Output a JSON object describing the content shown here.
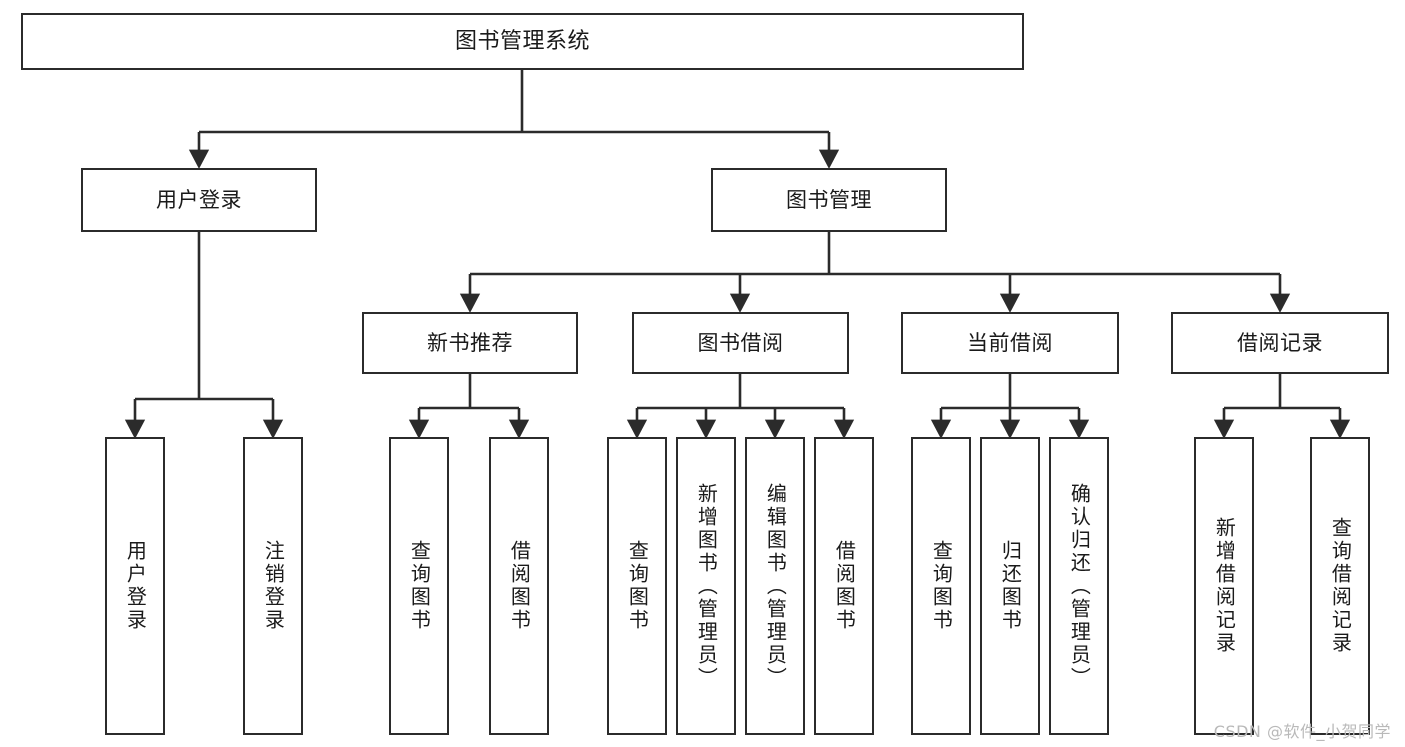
{
  "diagram": {
    "type": "tree",
    "title": "图书管理系统",
    "watermark": "CSDN @软件_小贺同学",
    "colors": {
      "box_stroke": "#2b2b2b",
      "box_fill": "#ffffff",
      "connector": "#2b2b2b",
      "text": "#1a1a1a",
      "watermark": "#b9b9b9"
    },
    "levels": {
      "root": {
        "label": "图书管理系统"
      },
      "level2": [
        {
          "label": "用户登录"
        },
        {
          "label": "图书管理"
        }
      ],
      "level3": [
        {
          "label": "新书推荐"
        },
        {
          "label": "图书借阅"
        },
        {
          "label": "当前借阅"
        },
        {
          "label": "借阅记录"
        }
      ],
      "leaves": [
        {
          "label": "用户登录"
        },
        {
          "label": "注销登录"
        },
        {
          "label": "查询图书"
        },
        {
          "label": "借阅图书"
        },
        {
          "label": "查询图书"
        },
        {
          "label": "新增图书（管理员）"
        },
        {
          "label": "编辑图书（管理员）"
        },
        {
          "label": "借阅图书"
        },
        {
          "label": "查询图书"
        },
        {
          "label": "归还图书"
        },
        {
          "label": "确认归还（管理员）"
        },
        {
          "label": "新增借阅记录"
        },
        {
          "label": "查询借阅记录"
        }
      ]
    },
    "edges": [
      {
        "from": "图书管理系统",
        "to": "用户登录"
      },
      {
        "from": "图书管理系统",
        "to": "图书管理"
      },
      {
        "from": "用户登录",
        "to": "用户登录"
      },
      {
        "from": "用户登录",
        "to": "注销登录"
      },
      {
        "from": "图书管理",
        "to": "新书推荐"
      },
      {
        "from": "图书管理",
        "to": "图书借阅"
      },
      {
        "from": "图书管理",
        "to": "当前借阅"
      },
      {
        "from": "图书管理",
        "to": "借阅记录"
      },
      {
        "from": "新书推荐",
        "to": "查询图书"
      },
      {
        "from": "新书推荐",
        "to": "借阅图书"
      },
      {
        "from": "图书借阅",
        "to": "查询图书"
      },
      {
        "from": "图书借阅",
        "to": "新增图书（管理员）"
      },
      {
        "from": "图书借阅",
        "to": "编辑图书（管理员）"
      },
      {
        "from": "图书借阅",
        "to": "借阅图书"
      },
      {
        "from": "当前借阅",
        "to": "查询图书"
      },
      {
        "from": "当前借阅",
        "to": "归还图书"
      },
      {
        "from": "当前借阅",
        "to": "确认归还（管理员）"
      },
      {
        "from": "借阅记录",
        "to": "新增借阅记录"
      },
      {
        "from": "借阅记录",
        "to": "查询借阅记录"
      }
    ]
  }
}
